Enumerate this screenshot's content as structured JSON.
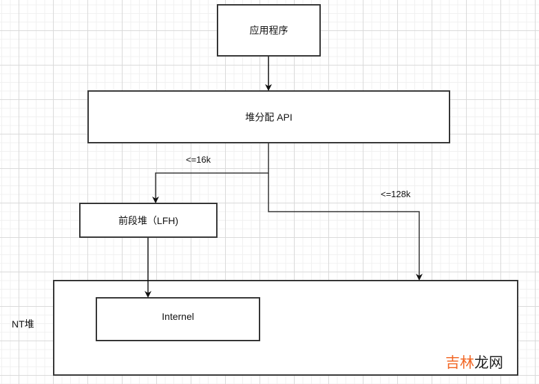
{
  "diagram": {
    "nodes": {
      "app": "应用程序",
      "heap_api": "堆分配 API",
      "lfh": "前段堆（LFH)",
      "nt_heap": "",
      "internel": "Internel"
    },
    "labels": {
      "nt_heap": "NT堆",
      "le_16k": "<=16k",
      "le_128k": "<=128k"
    },
    "edges": [
      {
        "from": "app",
        "to": "heap_api"
      },
      {
        "from": "heap_api",
        "to": "lfh",
        "label": "<=16k"
      },
      {
        "from": "heap_api",
        "to": "nt_heap",
        "label": "<=128k"
      },
      {
        "from": "lfh",
        "to": "internel"
      }
    ]
  },
  "watermark": {
    "part1": "吉林",
    "part2": "龙网",
    "accent_color": "#f26522"
  }
}
